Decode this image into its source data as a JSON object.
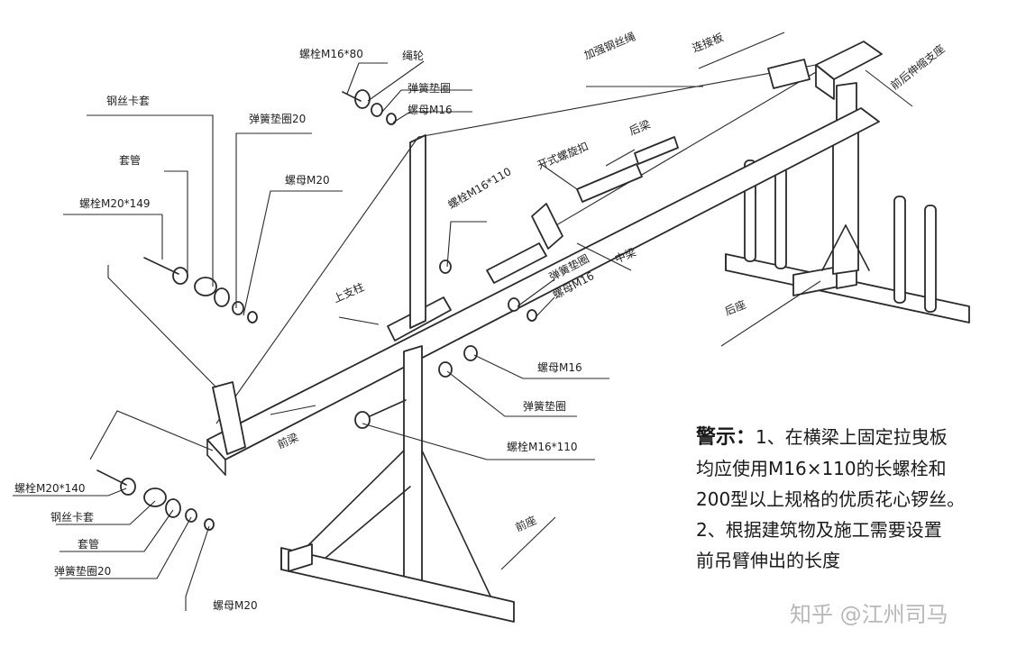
{
  "labels": {
    "bolt_m16x80": "螺栓M16*80",
    "pulley": "绳轮",
    "spring_washer_top": "弹簧垫圈",
    "nut_m16_top": "螺母M16",
    "reinforce_cable": "加强钢丝绳",
    "connect_plate": "连接板",
    "rear_telescopic": "前后伸缩支座",
    "cable_clamp_top": "钢丝卡套",
    "spring_washer20_top": "弹簧垫圈20",
    "sleeve_top": "套管",
    "nut_m20_top": "螺母M20",
    "bolt_m20x149_top": "螺栓M20*149",
    "turnbuckle_open": "开式螺旋扣",
    "beam_top": "后梁",
    "bolt_m16x110_mid": "螺栓M16*110",
    "upper_post": "上支柱",
    "spring_washer_mid": "弹簧垫圈",
    "nut_m16_mid": "螺母M16",
    "middle_beam": "中梁",
    "rear_base": "后座",
    "nut_m16_lower": "螺母M16",
    "spring_washer_lower": "弹簧垫圈",
    "bolt_m16x110_lower": "螺栓M16*110",
    "front_beam": "前梁",
    "front_base": "前座",
    "bolt_m20x140_bottom": "螺栓M20*140",
    "cable_clamp_bottom": "钢丝卡套",
    "sleeve_bottom": "套管",
    "spring_washer20_bottom": "弹簧垫圈20",
    "nut_m20_bottom": "螺母M20"
  },
  "warning": {
    "head": "警示：",
    "line1": "1、在横梁上固定拉曳板",
    "line2": "均应使用M16×110的长螺栓和",
    "line3": "200型以上规格的优质花心锣丝。",
    "line4": "2、根据建筑物及施工需要设置",
    "line5": "前吊臂伸出的长度"
  },
  "watermark": "知乎 @江州司马"
}
